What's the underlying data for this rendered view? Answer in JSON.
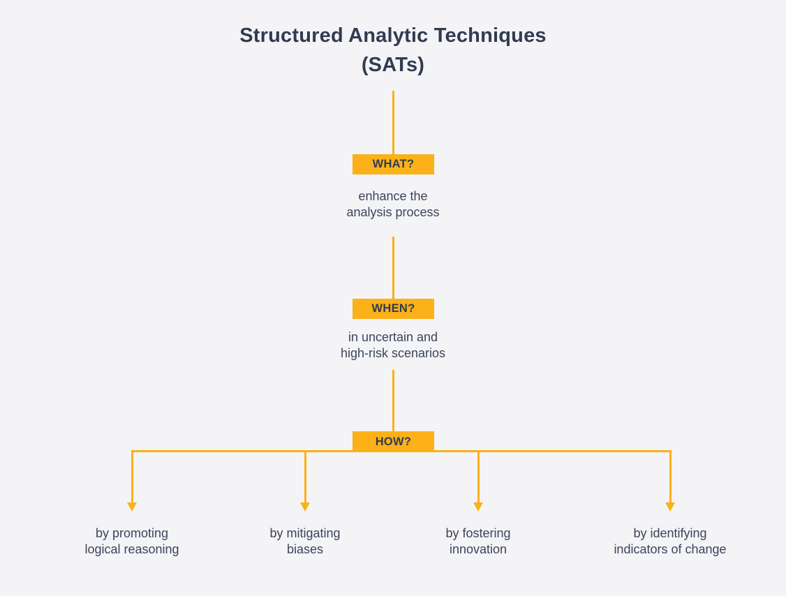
{
  "colors": {
    "background": "#f4f4f6",
    "accent_orange": "#fbb117",
    "title_text": "#313b51",
    "body_text": "#3a445a"
  },
  "diagram": {
    "title_line1": "Structured Analytic Techniques",
    "title_line2": "(SATs)",
    "nodes": {
      "what": {
        "label": "WHAT?",
        "caption_line1": "enhance the",
        "caption_line2": "analysis process"
      },
      "when": {
        "label": "WHEN?",
        "caption_line1": "in uncertain and",
        "caption_line2": "high-risk scenarios"
      },
      "how": {
        "label": "HOW?"
      }
    },
    "branches": [
      {
        "line1": "by promoting",
        "line2": "logical reasoning"
      },
      {
        "line1": "by mitigating",
        "line2": "biases"
      },
      {
        "line1": "by fostering",
        "line2": "innovation"
      },
      {
        "line1": "by identifying",
        "line2": "indicators of change"
      }
    ]
  }
}
